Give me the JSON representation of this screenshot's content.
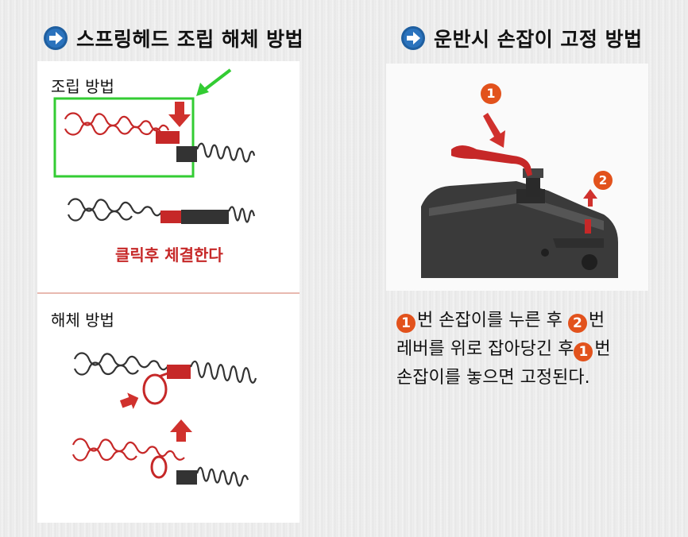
{
  "left_section": {
    "title": "스프링헤드 조립 해체 방법",
    "assembly_label": "조립 방법",
    "assembly_caption": "클릭후 체결한다",
    "disassembly_label": "해체 방법"
  },
  "right_section": {
    "title": "운반시 손잡이 고정 방법",
    "step1_badge": "1",
    "step2_badge": "2",
    "desc_line1_part1": "번 손잡이를 누른 후 ",
    "desc_line1_part2": "번",
    "desc_line2": "레버를 위로 잡아당긴 후",
    "desc_line2_part2": "번",
    "desc_line3": "손잡이를 놓으면 고정된다."
  },
  "colors": {
    "accent_red": "#c62828",
    "badge_orange": "#e2521c",
    "highlight_green": "#33cc33",
    "heading_icon_blue": "#1f5fa0"
  }
}
